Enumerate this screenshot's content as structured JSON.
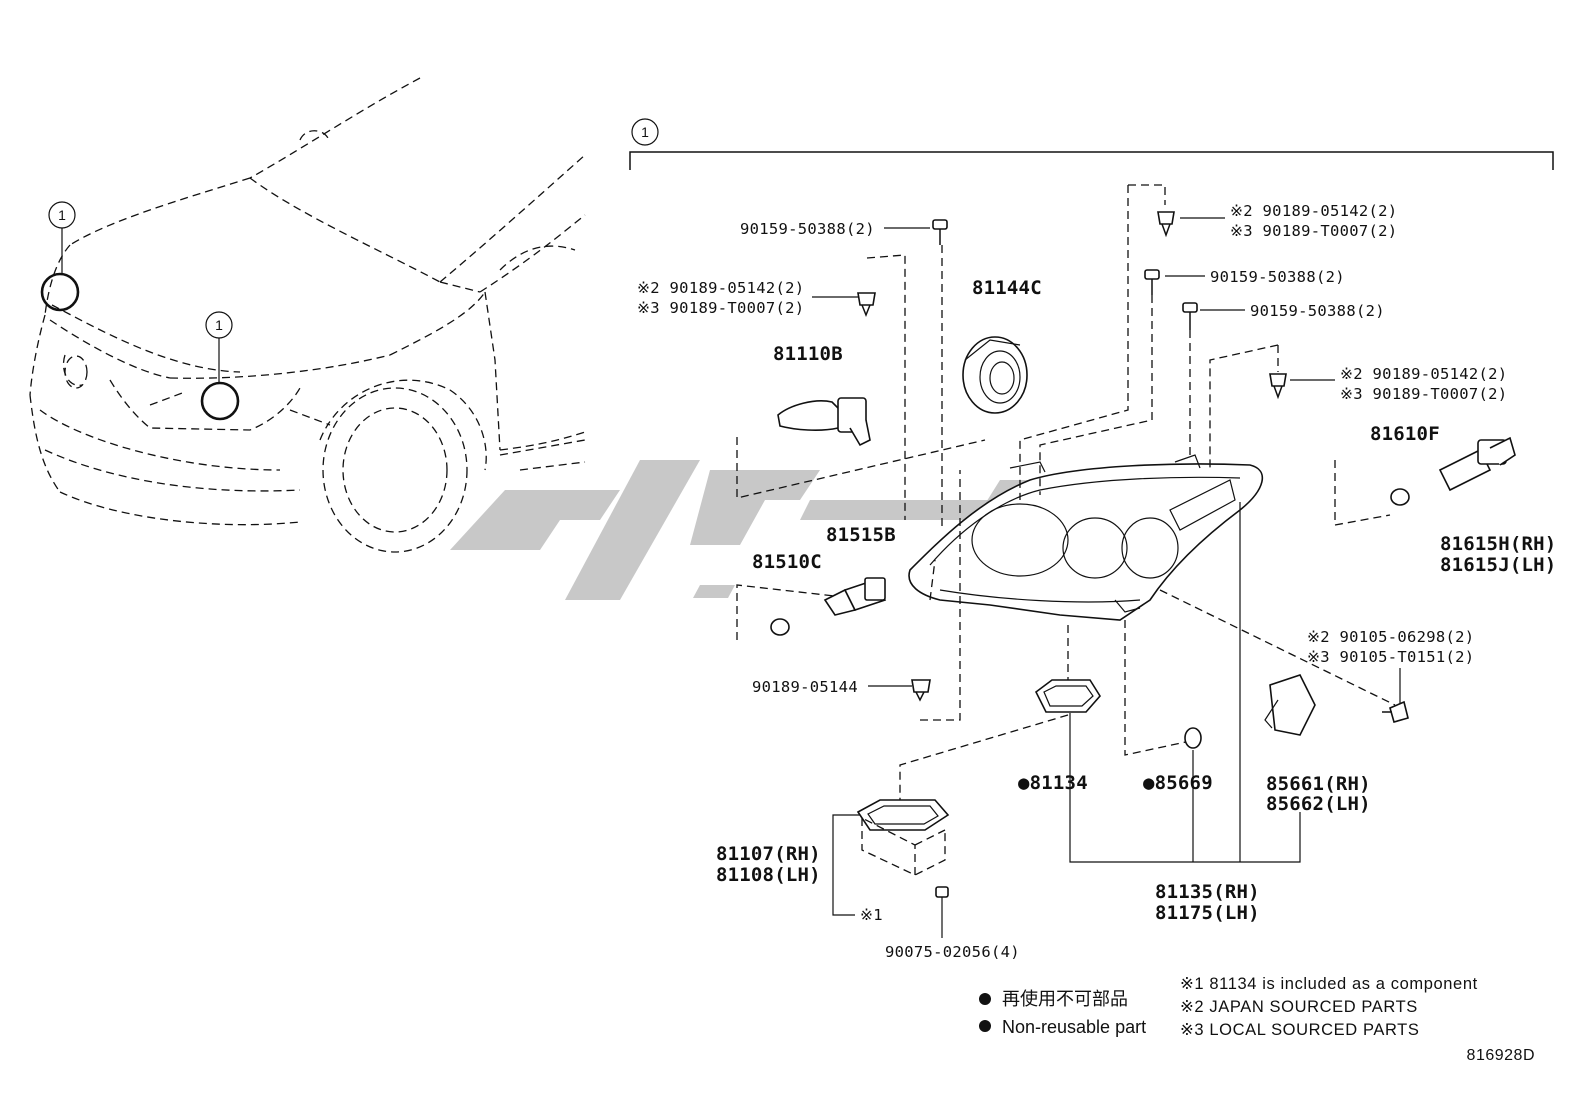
{
  "callout_number": "1",
  "vehicle_callouts": [
    "1",
    "1"
  ],
  "parts": {
    "p90159_top_left": "90159-50388(2)",
    "p90189_left_a": "※2 90189-05142(2)",
    "p90189_left_b": "※3 90189-T0007(2)",
    "p81110B": "81110B",
    "p81144C": "81144C",
    "p81515B": "81515B",
    "p81510C": "81510C",
    "p90189_05144": "90189-05144",
    "p90189_top_right_a": "※2 90189-05142(2)",
    "p90189_top_right_b": "※3 90189-T0007(2)",
    "p90159_right_1": "90159-50388(2)",
    "p90159_right_2": "90159-50388(2)",
    "p90189_mid_right_a": "※2 90189-05142(2)",
    "p90189_mid_right_b": "※3 90189-T0007(2)",
    "p81610F": "81610F",
    "p81615H": "81615H(RH)",
    "p81615J": "81615J(LH)",
    "p90105_a": "※2  90105-06298(2)",
    "p90105_b": "※3  90105-T0151(2)",
    "p81134": "●81134",
    "p85669": "●85669",
    "p85661": "85661(RH)",
    "p85662": "85662(LH)",
    "p81107": "81107(RH)",
    "p81108": "81108(LH)",
    "p_note1_ref": "※1",
    "p90075": "90075-02056(4)",
    "p81135": "81135(RH)",
    "p81175": "81175(LH)"
  },
  "legend": {
    "jp": "再使用不可部品",
    "en": "Non-reusable part"
  },
  "notes": [
    "※1 81134 is included as a component",
    "※2 JAPAN SOURCED PARTS",
    "※3 LOCAL SOURCED PARTS"
  ],
  "diagram_code": "816928D",
  "watermark_color": "#b5b5b5"
}
